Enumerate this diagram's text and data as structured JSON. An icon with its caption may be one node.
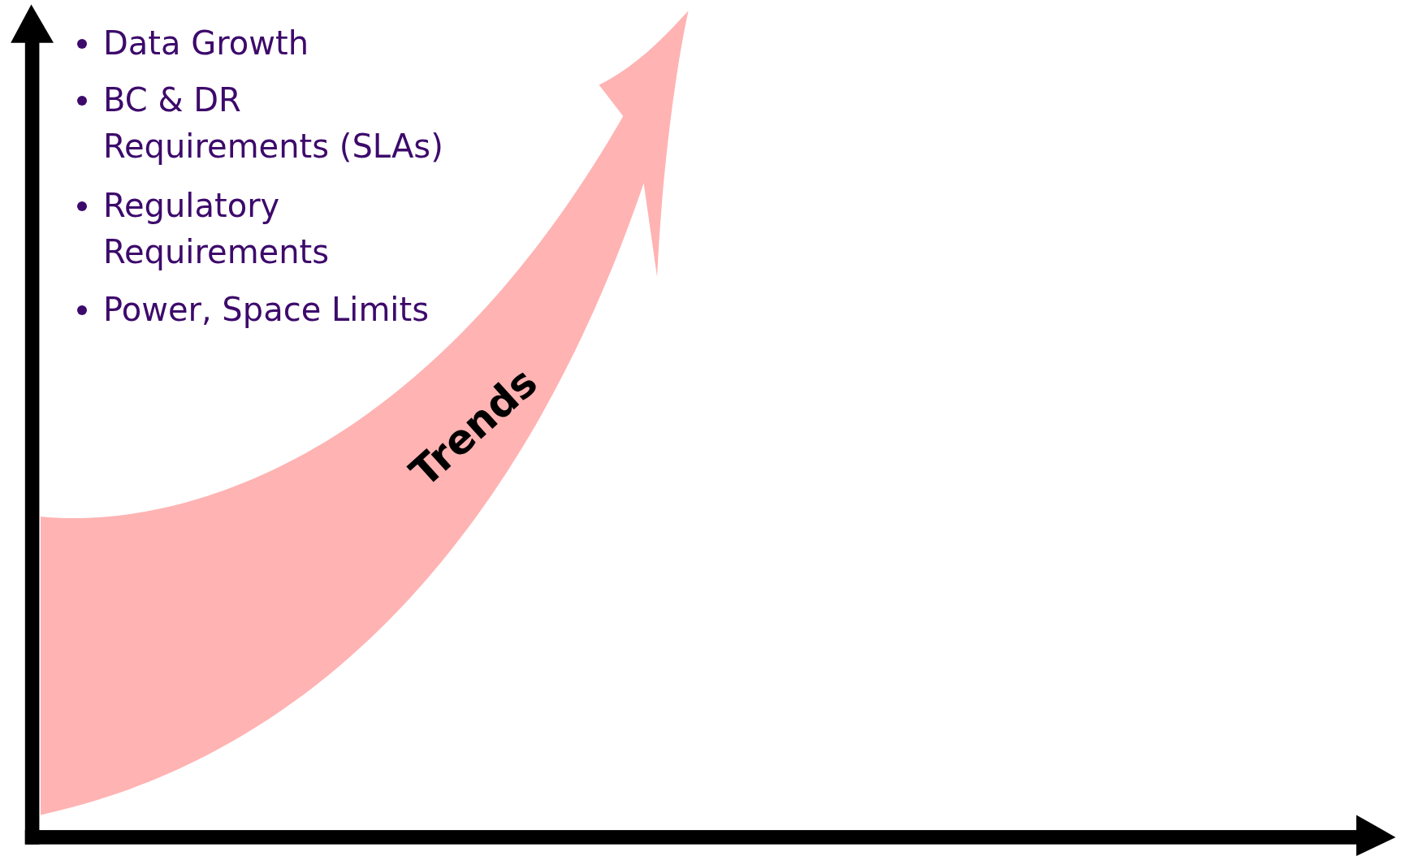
{
  "diagram": {
    "nodes": [
      {
        "text": [
          "Trends"
        ]
      }
    ],
    "labels": [
      "Data Growth",
      "BC & DR Requirements (SLAs)",
      "Regulatory Requirements",
      "Power, Space Limits"
    ]
  }
}
